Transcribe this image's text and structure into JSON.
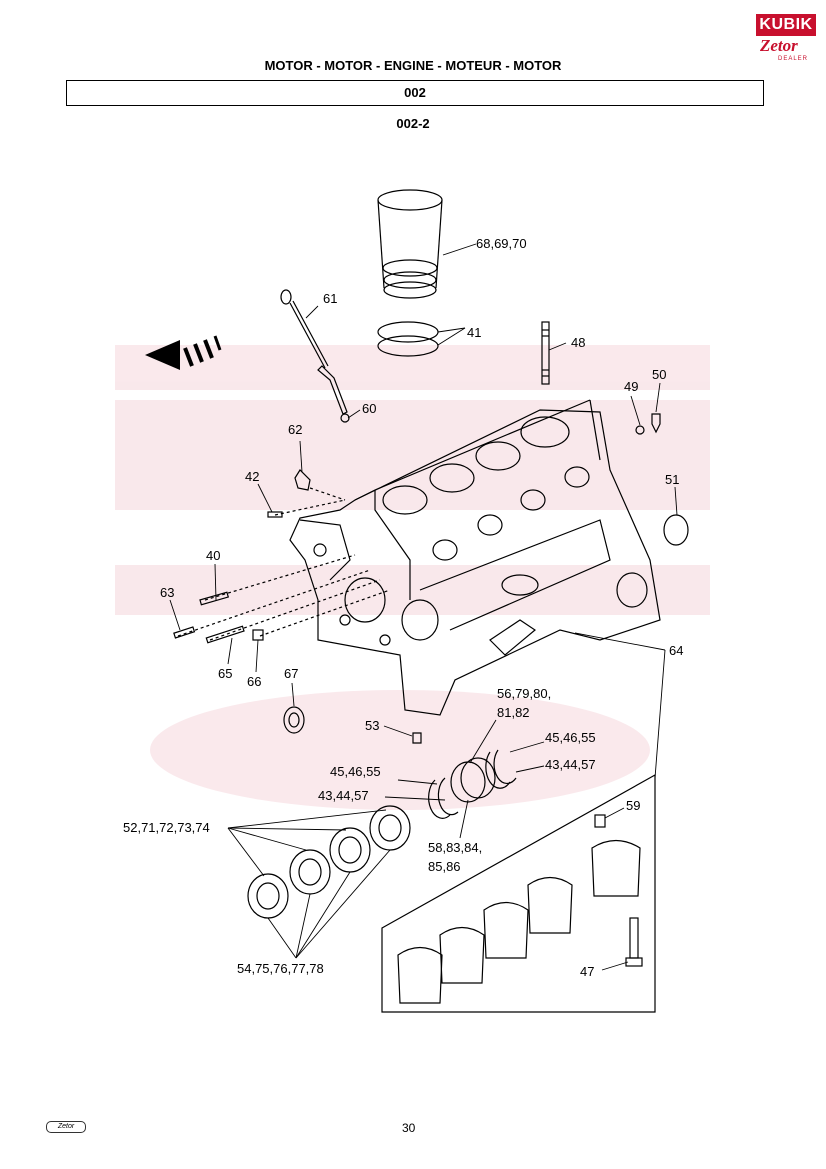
{
  "logo": {
    "brand": "KUBIK",
    "mark": "Zetor",
    "sub": "DEALER"
  },
  "header": {
    "title": "MOTOR - MOTOR - ENGINE - MOTEUR - MOTOR",
    "group": "002",
    "subgroup": "002-2"
  },
  "labels": {
    "l68": "68,69,70",
    "l61": "61",
    "l41": "41",
    "l48": "48",
    "l49": "49",
    "l50": "50",
    "l60": "60",
    "l62": "62",
    "l42": "42",
    "l51": "51",
    "l40": "40",
    "l63": "63",
    "l65": "65",
    "l66": "66",
    "l67": "67",
    "l64": "64",
    "l56a": "56,79,80,",
    "l56b": "81,82",
    "l53": "53",
    "l45r": "45,46,55",
    "l43r": "43,44,57",
    "l45l": "45,46,55",
    "l43l": "43,44,57",
    "l59": "59",
    "l52": "52,71,72,73,74",
    "l58a": "58,83,84,",
    "l58b": "85,86",
    "l54": "54,75,76,77,78",
    "l47": "47"
  },
  "footer": {
    "page": "30",
    "logo": "Zetor"
  }
}
